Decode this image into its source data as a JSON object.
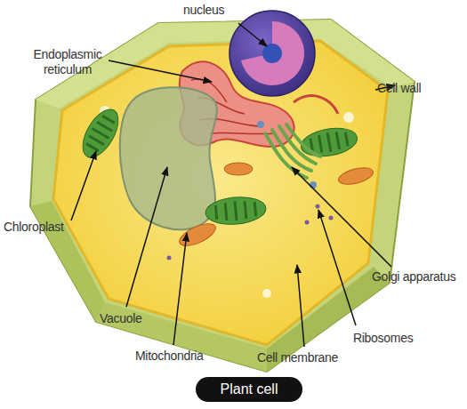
{
  "diagram": {
    "caption": "Plant cell",
    "labels": [
      "nucleus",
      "Endoplasmic reticulum",
      "Cell wall",
      "Chloroplast",
      "Vacuole",
      "Mitochondria",
      "Golgi apparatus",
      "Ribosomes",
      "Cell membrane"
    ]
  }
}
